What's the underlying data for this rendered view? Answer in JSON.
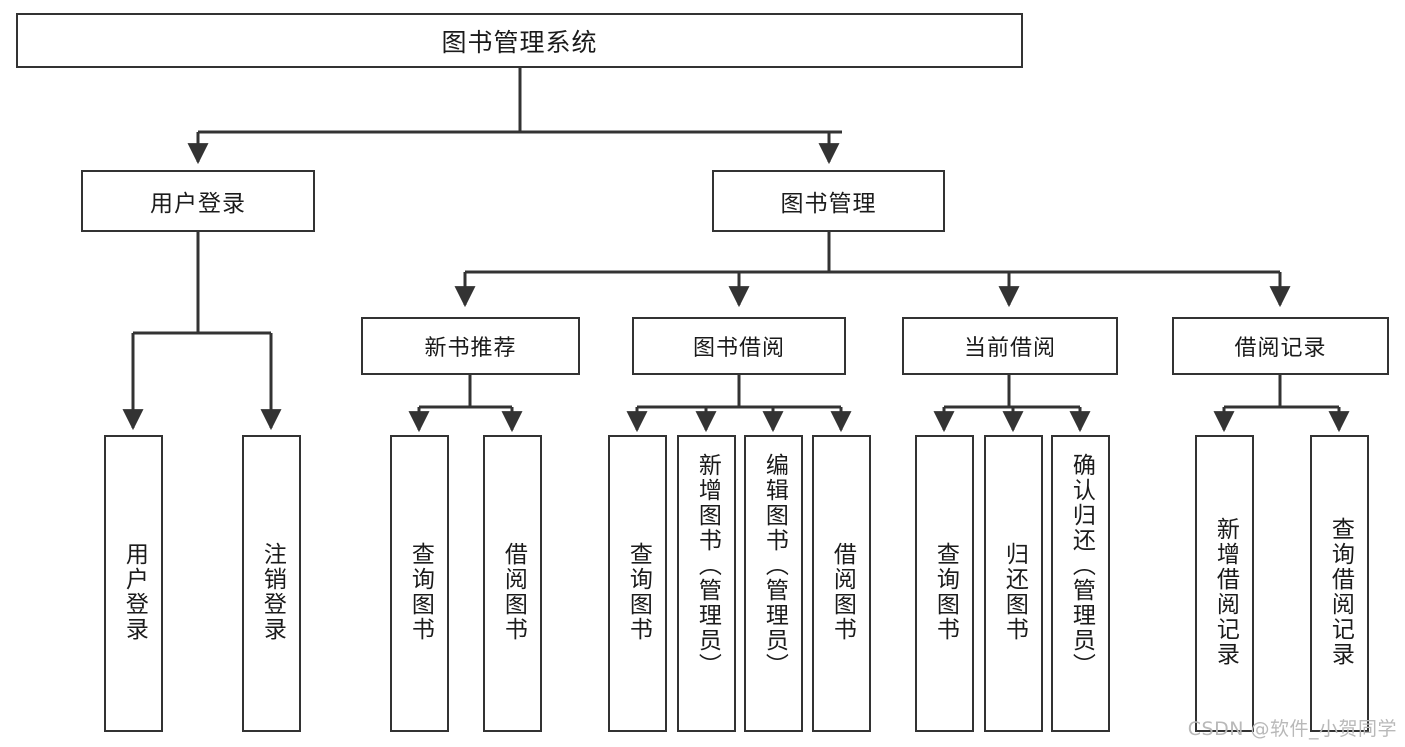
{
  "diagram": {
    "title": "图书管理系统",
    "root": {
      "label": "图书管理系统"
    },
    "level1": [
      {
        "label": "用户登录"
      },
      {
        "label": "图书管理"
      }
    ],
    "level2": [
      {
        "label": "新书推荐"
      },
      {
        "label": "图书借阅"
      },
      {
        "label": "当前借阅"
      },
      {
        "label": "借阅记录"
      }
    ],
    "leaves": {
      "user_login": [
        {
          "label": "用户登录"
        },
        {
          "label": "注销登录"
        }
      ],
      "new_book_recommend": [
        {
          "label": "查询图书"
        },
        {
          "label": "借阅图书"
        }
      ],
      "book_borrow": [
        {
          "label": "查询图书"
        },
        {
          "label": "新增图书（管理员）"
        },
        {
          "label": "编辑图书（管理员）"
        },
        {
          "label": "借阅图书"
        }
      ],
      "current_borrow": [
        {
          "label": "查询图书"
        },
        {
          "label": "归还图书"
        },
        {
          "label": "确认归还（管理员）"
        }
      ],
      "borrow_record": [
        {
          "label": "新增借阅记录"
        },
        {
          "label": "查询借阅记录"
        }
      ]
    }
  },
  "watermark": {
    "text": "CSDN @软件_小贺同学"
  },
  "colors": {
    "stroke": "#333333",
    "background": "#ffffff",
    "text": "#1b1b1b",
    "watermark": "#b9b9b9"
  }
}
